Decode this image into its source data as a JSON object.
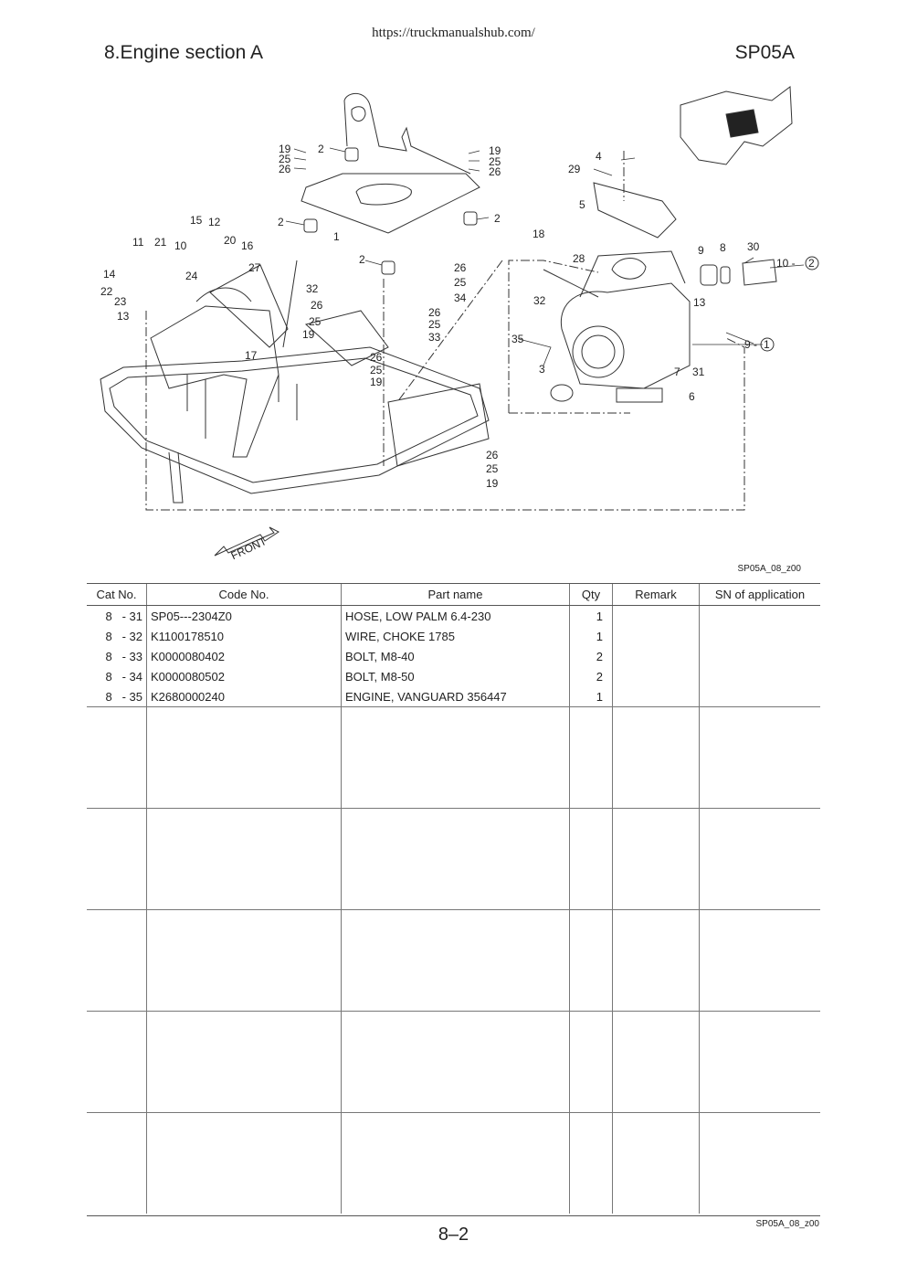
{
  "header": {
    "url": "https://truckmanualshub.com/",
    "section_title": "8.Engine section A",
    "model": "SP05A"
  },
  "figure": {
    "code": "SP05A_08_z00",
    "front_label": "FRONT",
    "callouts": {
      "c1": "19",
      "c2": "25",
      "c3": "26",
      "c4": "2",
      "c5": "19",
      "c6": "25",
      "c7": "26",
      "c8": "2",
      "c9": "2",
      "c10": "1",
      "c11": "2",
      "c12": "15",
      "c13": "12",
      "c14": "20",
      "c15": "16",
      "c16": "11",
      "c17": "21",
      "c18": "10",
      "c19": "14",
      "c20": "24",
      "c21": "22",
      "c22": "23",
      "c23": "13",
      "c24": "27",
      "c25": "32",
      "c26": "26",
      "c27": "25",
      "c28": "19",
      "c29": "17",
      "c30": "26",
      "c31": "25",
      "c32": "34",
      "c33": "26",
      "c34": "25",
      "c35": "33",
      "c36": "26",
      "c37": "25",
      "c38": "19",
      "c39": "26",
      "c40": "25",
      "c41": "19",
      "c42": "4",
      "c43": "29",
      "c44": "5",
      "c45": "18",
      "c46": "28",
      "c47": "32",
      "c48": "9",
      "c49": "8",
      "c50": "30",
      "c51": "10 -",
      "c52": "2",
      "c53": "13",
      "c54": "35",
      "c55": "3",
      "c56": "9 -",
      "c57": "1",
      "c58": "7",
      "c59": "31",
      "c60": "6"
    }
  },
  "table": {
    "headers": {
      "cat_no": "Cat No.",
      "code_no": "Code No.",
      "part_name": "Part name",
      "qty": "Qty",
      "remark": "Remark",
      "sn": "SN of application"
    },
    "rows": [
      {
        "cat": "8   - 31",
        "code": "SP05---2304Z0",
        "name": "HOSE, LOW PALM 6.4-230",
        "qty": "1"
      },
      {
        "cat": "8   - 32",
        "code": "K1100178510",
        "name": "WIRE, CHOKE 1785",
        "qty": "1"
      },
      {
        "cat": "8   - 33",
        "code": "K0000080402",
        "name": "BOLT, M8-40",
        "qty": "2"
      },
      {
        "cat": "8   - 34",
        "code": "K0000080502",
        "name": "BOLT, M8-50",
        "qty": "2"
      },
      {
        "cat": "8   - 35",
        "code": "K2680000240",
        "name": "ENGINE, VANGUARD 356447",
        "qty": "1"
      }
    ]
  },
  "footer": {
    "page": "8–2",
    "code": "SP05A_08_z00"
  }
}
